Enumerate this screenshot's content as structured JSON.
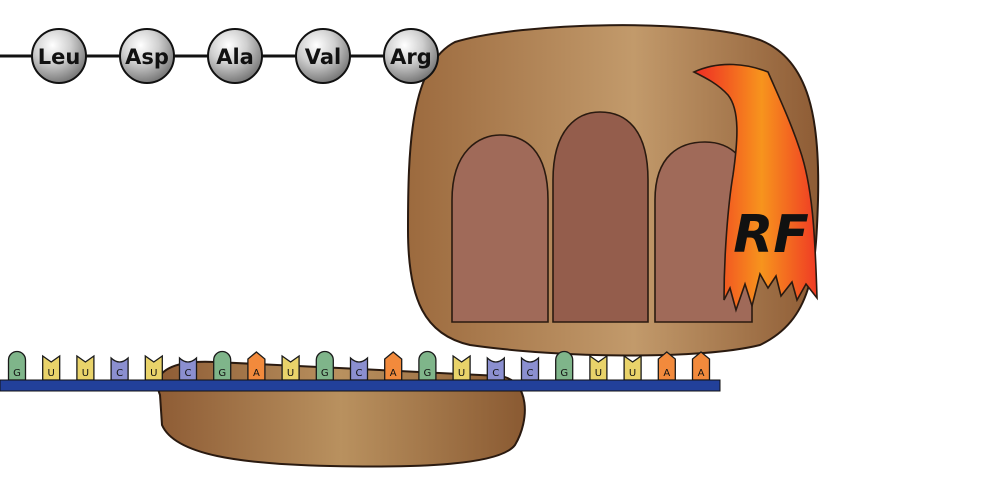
{
  "peptide": {
    "residues": [
      "Leu",
      "Asp",
      "Ala",
      "Val",
      "Arg"
    ]
  },
  "release_factor": {
    "label": "RF"
  },
  "mrna": {
    "bases": [
      "G",
      "U",
      "U",
      "C",
      "U",
      "C",
      "G",
      "A",
      "U",
      "G",
      "C",
      "A",
      "G",
      "U",
      "C",
      "C",
      "G",
      "U",
      "U",
      "A",
      "A"
    ]
  },
  "colors": {
    "G": "#7fb58a",
    "U": "#e9d36a",
    "C": "#8b8fd0",
    "A": "#f28a3c",
    "backbone": "#22409a",
    "large_subunit": "#b07b4f",
    "small_subunit": "#a5733f",
    "site": "#a06a59",
    "rf_outer": "#ef3b24",
    "rf_inner": "#f7941d"
  }
}
